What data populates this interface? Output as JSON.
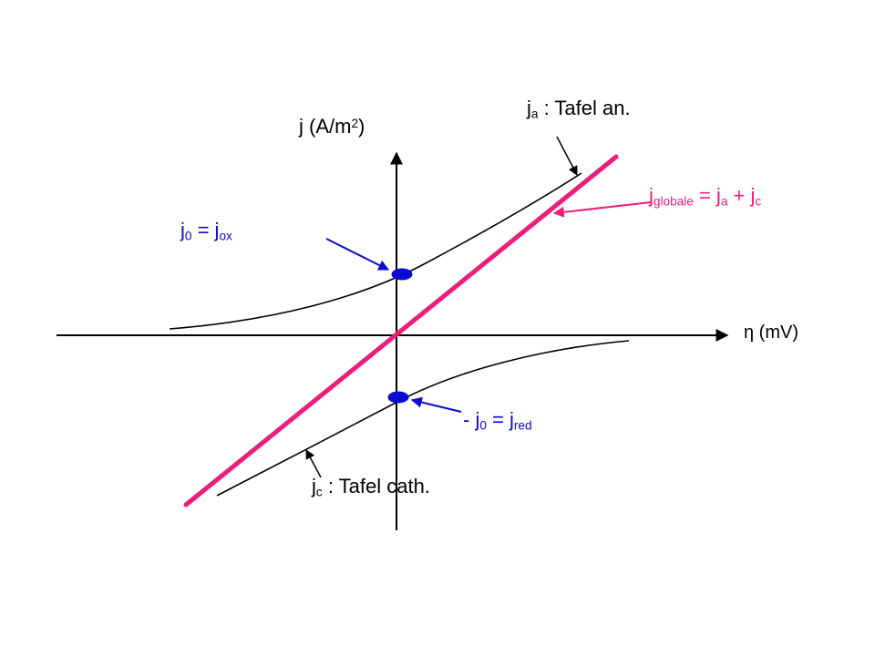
{
  "colors": {
    "pink": "#ED1E79",
    "blue": "#0B0BCD",
    "black": "#000000"
  },
  "axes": {
    "y_label": {
      "pre": "j (A/m",
      "sup": "2",
      "post": ")"
    },
    "x_label": "η (mV)"
  },
  "labels": {
    "tafel_anodic": {
      "pre": "j",
      "sub": "a",
      "post": " : Tafel an."
    },
    "tafel_cathodic": {
      "pre": "j",
      "sub": "c",
      "post": " : Tafel cath."
    },
    "global_current": {
      "p1": "j",
      "s1": "globale",
      "p2": " = j",
      "s2": "a",
      "p3": " + j",
      "s3": "c"
    },
    "exchange_ox": {
      "p1": "j",
      "s1": "0",
      "p2": " = j",
      "s2": "ox"
    },
    "exchange_red": {
      "p1": "- j",
      "s1": "0",
      "p2": " = j",
      "s2": "red"
    }
  }
}
